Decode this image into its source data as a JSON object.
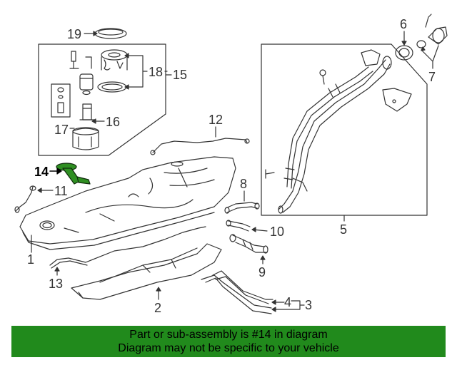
{
  "callouts": {
    "c1": "1",
    "c2": "2",
    "c3": "3",
    "c4": "4",
    "c5": "5",
    "c6": "6",
    "c7": "7",
    "c8": "8",
    "c9": "9",
    "c10": "10",
    "c11": "11",
    "c12": "12",
    "c13": "13",
    "c14": "14",
    "c15": "15",
    "c16": "16",
    "c17": "17",
    "c18": "18",
    "c19": "19"
  },
  "banner": {
    "line1": "Part or sub-assembly is #14 in diagram",
    "line2": "Diagram may not be specific to your vehicle"
  },
  "colors": {
    "banner_bg": "#218a1c",
    "highlight_part": "#2f8f22",
    "line_art": "#333333"
  }
}
